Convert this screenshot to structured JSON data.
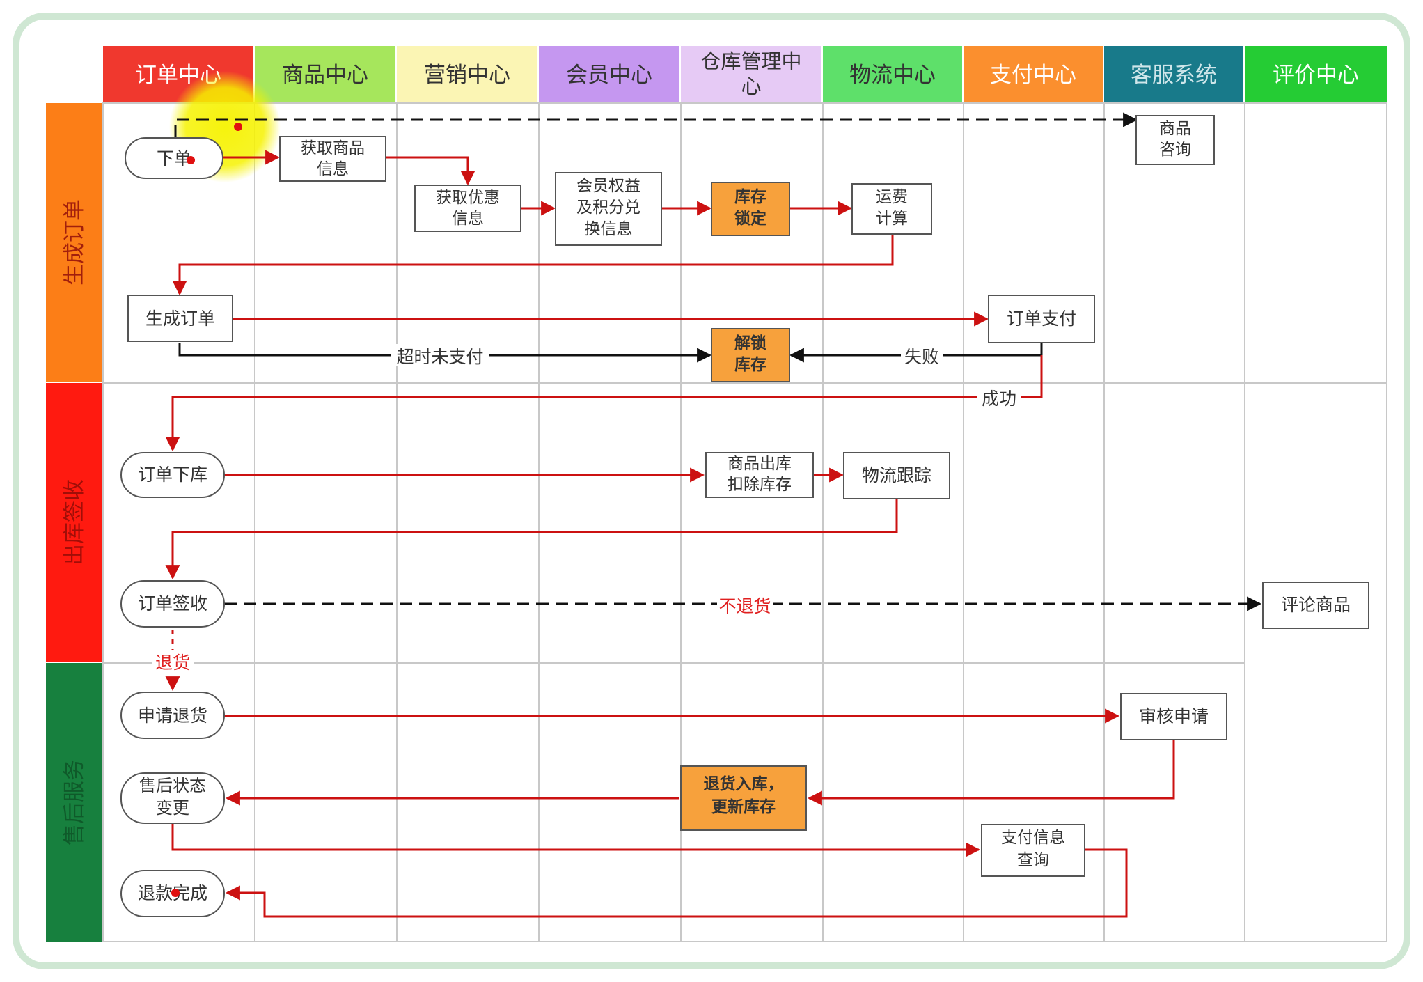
{
  "columns": [
    {
      "label": "订单中心",
      "color": "#f0382e",
      "text": "#ffffff"
    },
    {
      "label": "商品中心",
      "color": "#a6e65c",
      "text": "#333333"
    },
    {
      "label": "营销中心",
      "color": "#fbf5b4",
      "text": "#333333"
    },
    {
      "label": "会员中心",
      "color": "#c597f0",
      "text": "#333333"
    },
    {
      "label": "仓库管理中心",
      "color": "#e6caf5",
      "text": "#333333"
    },
    {
      "label": "物流中心",
      "color": "#5ee06a",
      "text": "#333333"
    },
    {
      "label": "支付中心",
      "color": "#fb8f2e",
      "text": "#ffffff"
    },
    {
      "label": "客服系统",
      "color": "#187a8a",
      "text": "#cfe6ea"
    },
    {
      "label": "评价中心",
      "color": "#25cc34",
      "text": "#ffffff"
    }
  ],
  "lanes": [
    {
      "label": "生成订单",
      "color": "#fc7e17"
    },
    {
      "label": "出库签收",
      "color": "#ff1a10"
    },
    {
      "label": "售后服务",
      "color": "#17803e"
    }
  ],
  "nodes": {
    "place_order": "下单",
    "get_product": "获取商品信息",
    "get_coupon": "获取优惠信息",
    "member_points": "会员权益及积分兑换信息",
    "lock_stock": "库存锁定",
    "shipping_fee": "运费计算",
    "product_consult": "商品咨询",
    "create_order": "生成订单",
    "order_pay": "订单支付",
    "unlock_stock": "解锁库存",
    "order_dispatch": "订单下库",
    "stock_out": "商品出库扣除库存",
    "logistics_track": "物流跟踪",
    "order_sign": "订单签收",
    "review_product": "评论商品",
    "apply_return": "申请退货",
    "review_apply": "审核申请",
    "after_sale_status": "售后状态变更",
    "return_stock": "退货入库，更新库存",
    "pay_info_query": "支付信息查询",
    "refund_done": "退款完成"
  },
  "edge_labels": {
    "timeout": "超时未支付",
    "fail": "失败",
    "success": "成功",
    "no_return": "不退货",
    "return": "退货"
  },
  "colors": {
    "flow": "#cc1111",
    "dashed": "#111111",
    "highlight_node": "#f7a13c",
    "grid": "#c8c8c8",
    "cursor": "#f4f000"
  }
}
